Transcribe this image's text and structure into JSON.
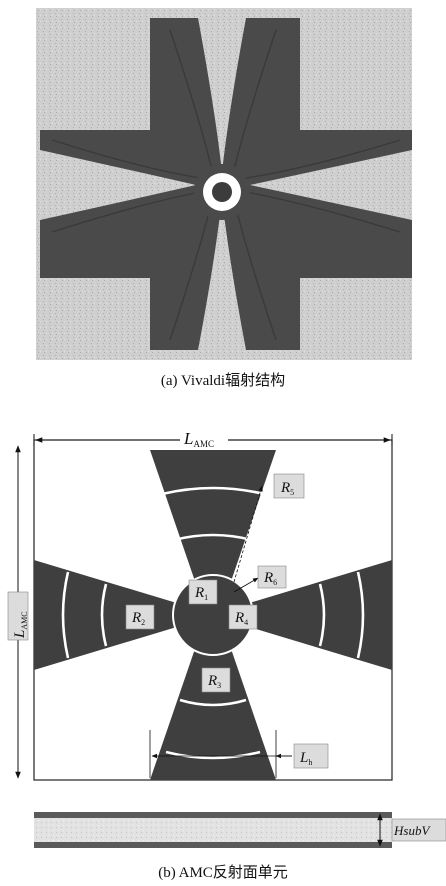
{
  "figure_a": {
    "caption": "(a) Vivaldi辐射结构",
    "colors": {
      "metal": "#4a4a4a",
      "substrate": "#c8c8c8",
      "background": "#ffffff"
    }
  },
  "figure_b": {
    "caption": "(b) AMC反射面单元",
    "dimensions": {
      "width_main": "L",
      "width_sub": "AMC",
      "height_main": "L",
      "height_sub": "AMC",
      "gap_main": "L",
      "gap_sub": "h",
      "substrate_thickness": "HsubV"
    },
    "radii": [
      {
        "main": "R",
        "sub": "1"
      },
      {
        "main": "R",
        "sub": "2"
      },
      {
        "main": "R",
        "sub": "3"
      },
      {
        "main": "R",
        "sub": "4"
      },
      {
        "main": "R",
        "sub": "5"
      },
      {
        "main": "R",
        "sub": "6"
      }
    ],
    "colors": {
      "metal": "#3f3f3f",
      "substrate": "#d6d6d6",
      "label_box": "#dcdcdc"
    }
  }
}
